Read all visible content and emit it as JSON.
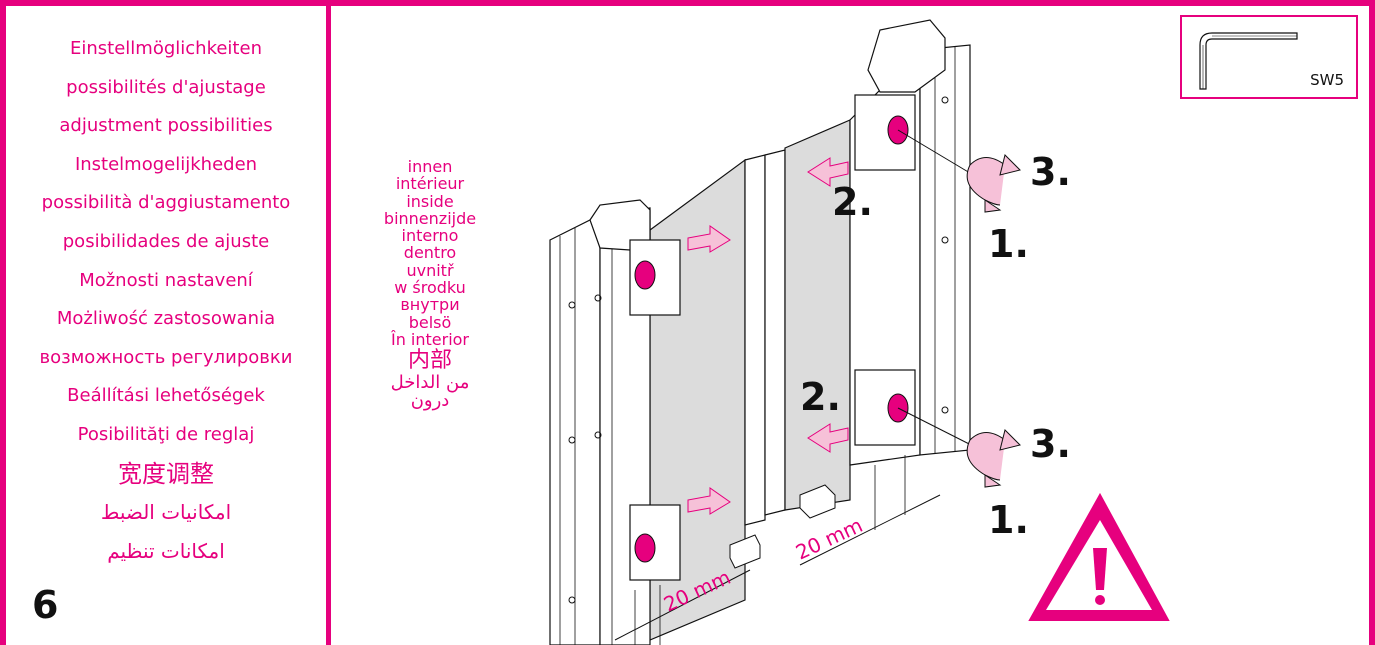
{
  "page_number": "6",
  "languages": [
    "Einstellmöglichkeiten",
    "possibilités d'ajustage",
    "adjustment possibilities",
    "Instelmogelijkheden",
    "possibilità d'aggiustamento",
    "posibilidades de ajuste",
    "Možnosti nastavení",
    "Możliwość zastosowania",
    "возможность регулировки",
    "Beállítási lehetőségek",
    "Posibilităţi de reglaj",
    "宽度调整",
    "امكانيات الضبط",
    "امكانات تنظيم"
  ],
  "inside": [
    "innen",
    "intérieur",
    "inside",
    "binnenzijde",
    "interno",
    "dentro",
    "uvnitř",
    "w środku",
    "внутри",
    "belsö",
    "În interior",
    "内部",
    "من الداخل",
    "درون"
  ],
  "tool_label": "SW5",
  "steps": {
    "one": "1.",
    "two": "2.",
    "three": "3."
  },
  "dimension_label": "20 mm",
  "colors": {
    "accent": "#e6007e",
    "ink": "#111111",
    "panel": "#dcdcdc"
  }
}
